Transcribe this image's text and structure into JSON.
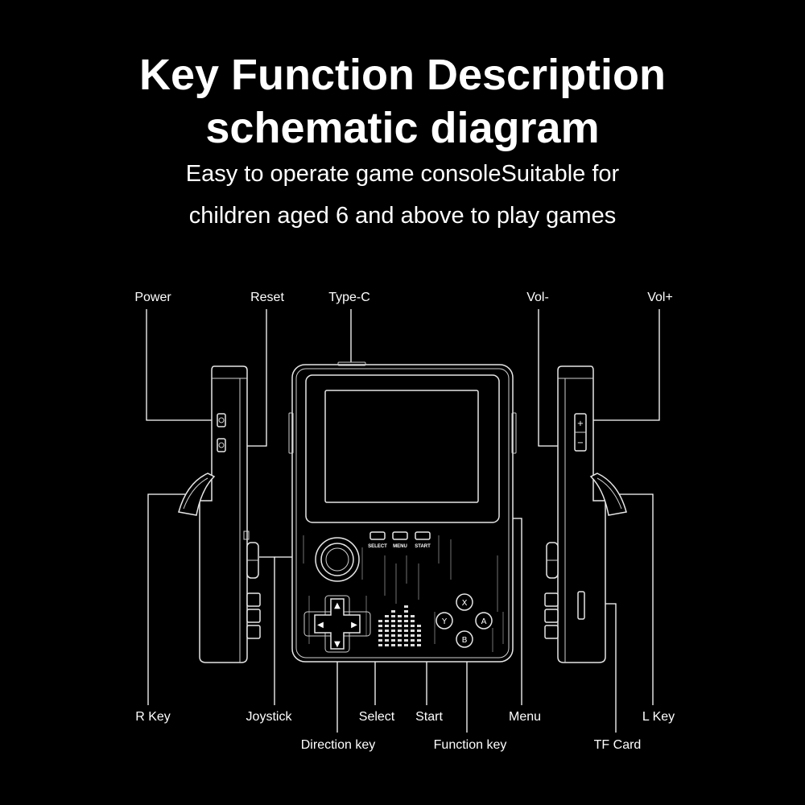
{
  "header": {
    "title_line1": "Key Function Description",
    "title_line2": "schematic diagram",
    "subtitle_line1": "Easy to operate game consoleSuitable for",
    "subtitle_line2": "children aged 6 and above to play games"
  },
  "labels": {
    "power": "Power",
    "reset": "Reset",
    "type_c": "Type-C",
    "vol_minus": "Vol-",
    "vol_plus": "Vol+",
    "r_key": "R Key",
    "joystick": "Joystick",
    "select": "Select",
    "start": "Start",
    "menu": "Menu",
    "l_key": "L Key",
    "direction_key": "Direction key",
    "function_key": "Function key",
    "tf_card": "TF Card"
  },
  "console_buttons": {
    "select": "SELECT",
    "menu": "MENU",
    "start": "START",
    "x": "X",
    "y": "Y",
    "a": "A",
    "b": "B"
  }
}
